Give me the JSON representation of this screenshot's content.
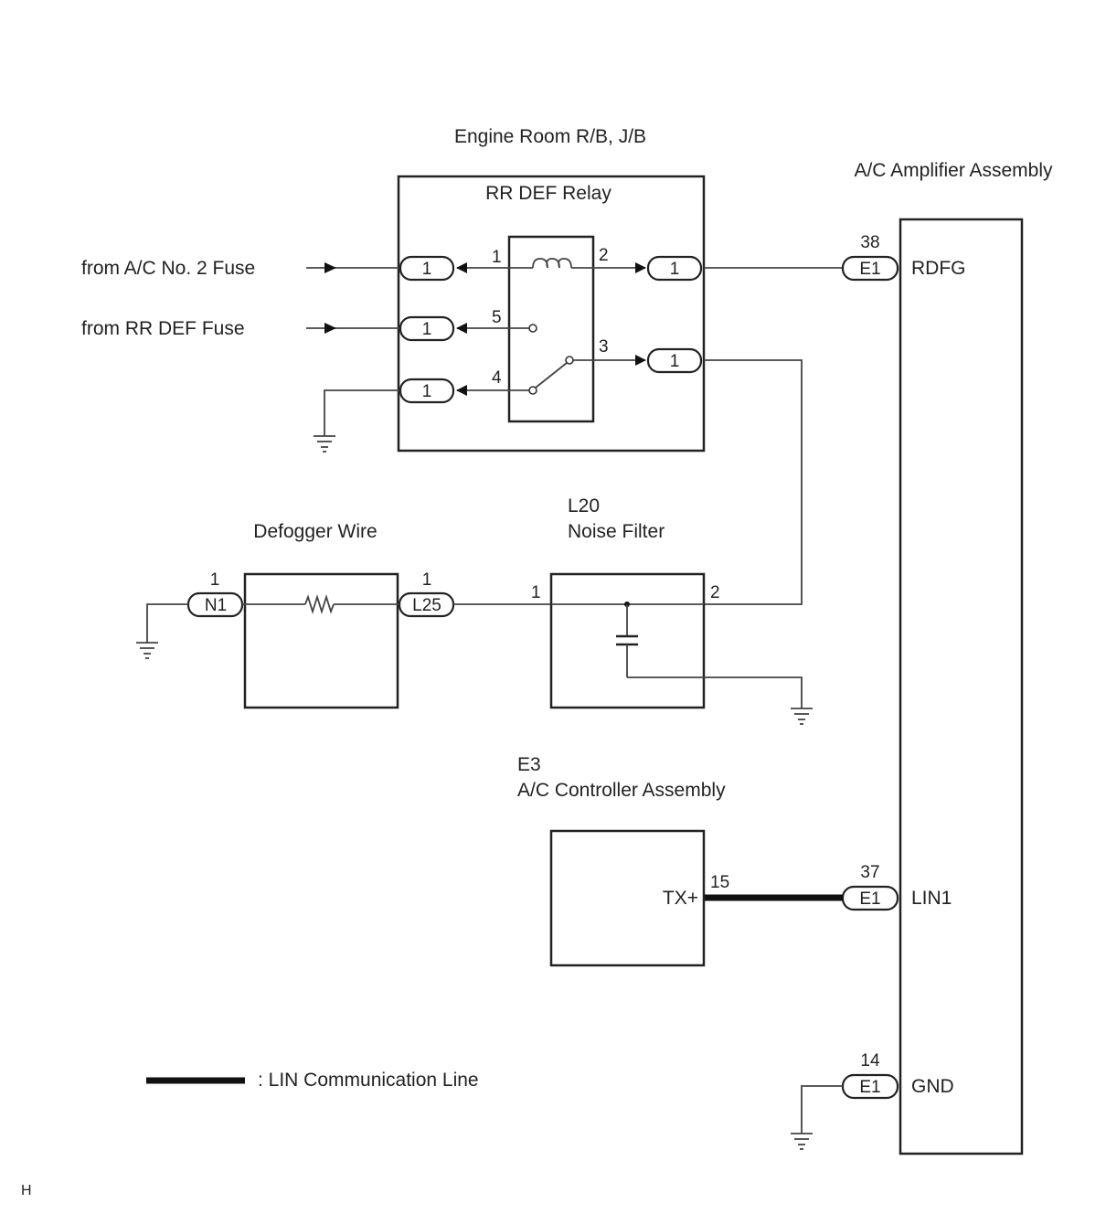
{
  "colors": {
    "line": "#222222",
    "wire": "#444444",
    "lin": "#111111",
    "background": "#ffffff"
  },
  "components": {
    "engine_room_jb": {
      "label": "Engine Room R/B, J/B"
    },
    "relay": {
      "label": "RR DEF Relay",
      "pins": {
        "p1": "1",
        "p2": "2",
        "p3": "3",
        "p4": "4",
        "p5": "5"
      },
      "connectors": {
        "left_top": "1",
        "left_mid": "1",
        "left_bot": "1",
        "right_top": "1",
        "right_mid": "1"
      }
    },
    "inputs": {
      "ac_fuse": "from A/C No. 2 Fuse",
      "rr_def_fuse": "from RR DEF Fuse"
    },
    "amplifier": {
      "label": "A/C Amplifier Assembly",
      "terminals": [
        {
          "pin": "38",
          "connector": "E1",
          "name": "RDFG"
        },
        {
          "pin": "37",
          "connector": "E1",
          "name": "LIN1"
        },
        {
          "pin": "14",
          "connector": "E1",
          "name": "GND"
        }
      ]
    },
    "defogger": {
      "label": "Defogger Wire",
      "left": {
        "pin": "1",
        "connector": "N1"
      },
      "right": {
        "pin": "1",
        "connector": "L25"
      }
    },
    "noise_filter": {
      "code": "L20",
      "label": "Noise Filter",
      "pin_left": "1",
      "pin_right": "2"
    },
    "controller": {
      "code": "E3",
      "label": "A/C Controller Assembly",
      "terminal": "TX+",
      "pin": "15"
    }
  },
  "legend": {
    "text": ": LIN Communication Line"
  },
  "footer": {
    "mark": "H"
  }
}
